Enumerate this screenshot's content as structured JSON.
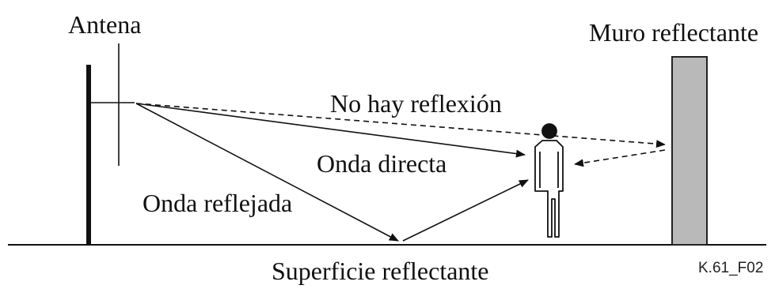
{
  "labels": {
    "antenna": "Antena",
    "wall": "Muro reflectante",
    "no_reflection": "No hay reflexión",
    "direct_wave": "Onda directa",
    "reflected_wave": "Onda reflejada",
    "surface": "Superficie reflectante",
    "figure_code": "K.61_F02"
  },
  "colors": {
    "line": "#111111",
    "wall_fill": "#b9b9b9",
    "wall_stroke": "#222222"
  }
}
